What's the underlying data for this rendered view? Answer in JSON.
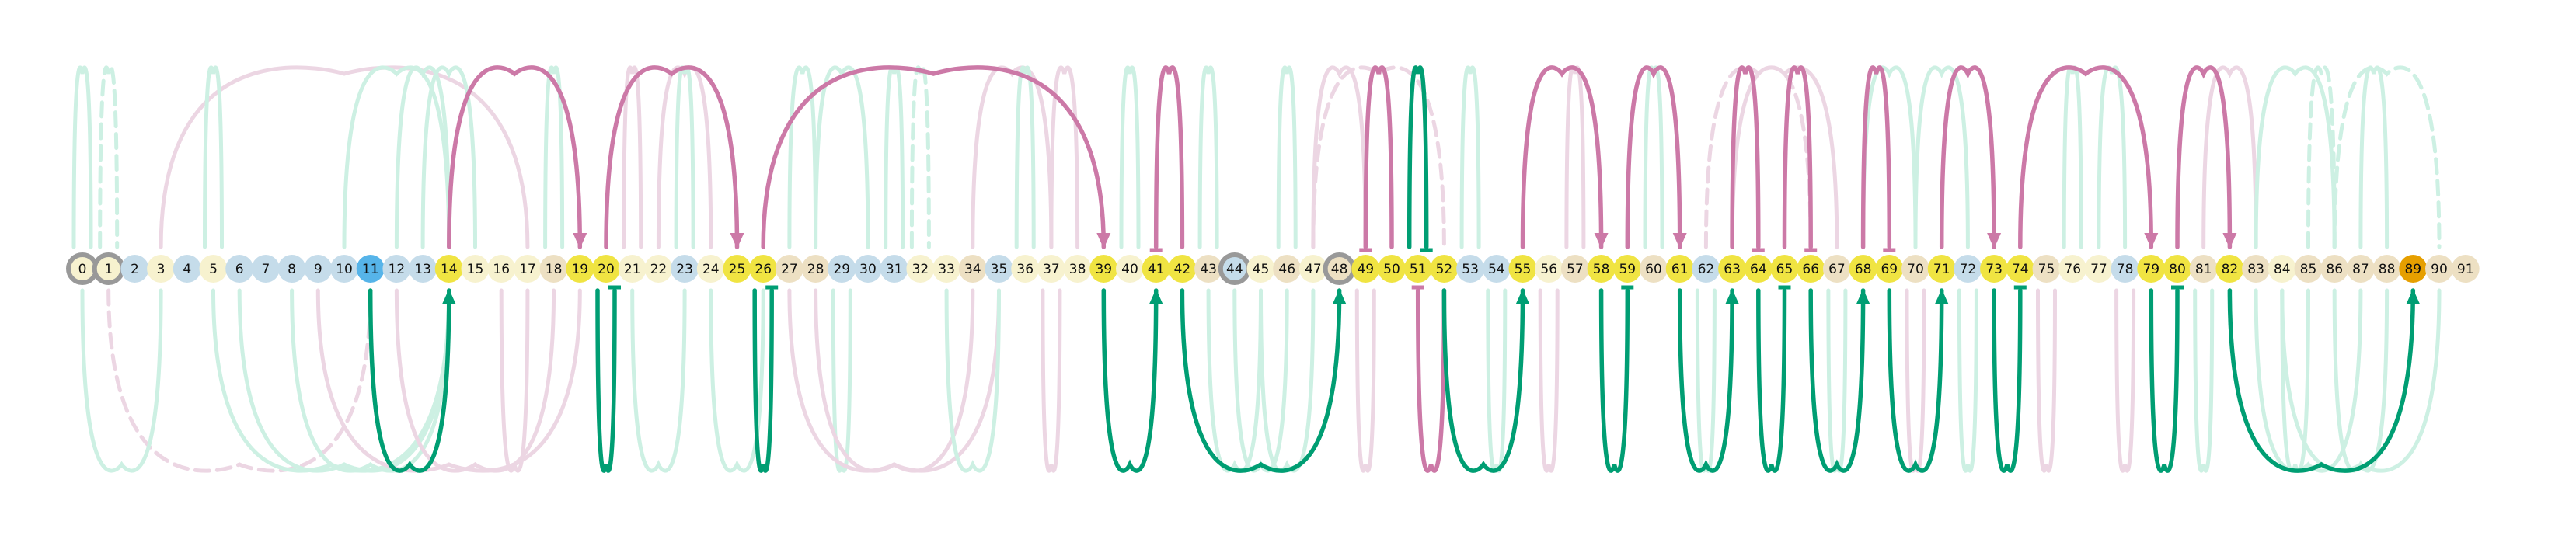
{
  "colors": {
    "background": "#ffffff",
    "green": "#009e73",
    "green_faint": "#cdf0e3",
    "pink": "#cc79a7",
    "pink_faint": "#ecd6e3",
    "node_yellow": "#f0e442",
    "node_cream": "#f7f2cf",
    "node_tan": "#ede0c3",
    "node_blue": "#c5dcea",
    "node_blue_strong": "#56b4e9",
    "node_orange": "#e69f00",
    "node_ring": "#999999"
  },
  "nodes": [
    {
      "label": "0",
      "color": "cream",
      "ring": true
    },
    {
      "label": "1",
      "color": "cream",
      "ring": true
    },
    {
      "label": "2",
      "color": "blue"
    },
    {
      "label": "3",
      "color": "cream"
    },
    {
      "label": "4",
      "color": "blue"
    },
    {
      "label": "5",
      "color": "cream"
    },
    {
      "label": "6",
      "color": "blue"
    },
    {
      "label": "7",
      "color": "blue"
    },
    {
      "label": "8",
      "color": "blue"
    },
    {
      "label": "9",
      "color": "blue"
    },
    {
      "label": "10",
      "color": "blue"
    },
    {
      "label": "11",
      "color": "blue_strong"
    },
    {
      "label": "12",
      "color": "blue"
    },
    {
      "label": "13",
      "color": "blue"
    },
    {
      "label": "14",
      "color": "yellow"
    },
    {
      "label": "15",
      "color": "cream"
    },
    {
      "label": "16",
      "color": "cream"
    },
    {
      "label": "17",
      "color": "cream"
    },
    {
      "label": "18",
      "color": "tan"
    },
    {
      "label": "19",
      "color": "yellow"
    },
    {
      "label": "20",
      "color": "yellow"
    },
    {
      "label": "21",
      "color": "cream"
    },
    {
      "label": "22",
      "color": "cream"
    },
    {
      "label": "23",
      "color": "blue"
    },
    {
      "label": "24",
      "color": "cream"
    },
    {
      "label": "25",
      "color": "yellow"
    },
    {
      "label": "26",
      "color": "yellow"
    },
    {
      "label": "27",
      "color": "tan"
    },
    {
      "label": "28",
      "color": "tan"
    },
    {
      "label": "29",
      "color": "blue"
    },
    {
      "label": "30",
      "color": "blue"
    },
    {
      "label": "31",
      "color": "blue"
    },
    {
      "label": "32",
      "color": "cream"
    },
    {
      "label": "33",
      "color": "cream"
    },
    {
      "label": "34",
      "color": "tan"
    },
    {
      "label": "35",
      "color": "blue"
    },
    {
      "label": "36",
      "color": "cream"
    },
    {
      "label": "37",
      "color": "cream"
    },
    {
      "label": "38",
      "color": "cream"
    },
    {
      "label": "39",
      "color": "yellow"
    },
    {
      "label": "40",
      "color": "cream"
    },
    {
      "label": "41",
      "color": "yellow"
    },
    {
      "label": "42",
      "color": "yellow"
    },
    {
      "label": "43",
      "color": "tan"
    },
    {
      "label": "44",
      "color": "blue",
      "ring": true
    },
    {
      "label": "45",
      "color": "cream"
    },
    {
      "label": "46",
      "color": "tan"
    },
    {
      "label": "47",
      "color": "cream"
    },
    {
      "label": "48",
      "color": "tan",
      "ring": true
    },
    {
      "label": "49",
      "color": "yellow"
    },
    {
      "label": "50",
      "color": "yellow"
    },
    {
      "label": "51",
      "color": "yellow"
    },
    {
      "label": "52",
      "color": "yellow"
    },
    {
      "label": "53",
      "color": "blue"
    },
    {
      "label": "54",
      "color": "blue"
    },
    {
      "label": "55",
      "color": "yellow"
    },
    {
      "label": "56",
      "color": "cream"
    },
    {
      "label": "57",
      "color": "tan"
    },
    {
      "label": "58",
      "color": "yellow"
    },
    {
      "label": "59",
      "color": "yellow"
    },
    {
      "label": "60",
      "color": "tan"
    },
    {
      "label": "61",
      "color": "yellow"
    },
    {
      "label": "62",
      "color": "blue"
    },
    {
      "label": "63",
      "color": "yellow"
    },
    {
      "label": "64",
      "color": "yellow"
    },
    {
      "label": "65",
      "color": "yellow"
    },
    {
      "label": "66",
      "color": "yellow"
    },
    {
      "label": "67",
      "color": "tan"
    },
    {
      "label": "68",
      "color": "yellow"
    },
    {
      "label": "69",
      "color": "yellow"
    },
    {
      "label": "70",
      "color": "tan"
    },
    {
      "label": "71",
      "color": "yellow"
    },
    {
      "label": "72",
      "color": "blue"
    },
    {
      "label": "73",
      "color": "yellow"
    },
    {
      "label": "74",
      "color": "yellow"
    },
    {
      "label": "75",
      "color": "tan"
    },
    {
      "label": "76",
      "color": "cream"
    },
    {
      "label": "77",
      "color": "cream"
    },
    {
      "label": "78",
      "color": "blue"
    },
    {
      "label": "79",
      "color": "yellow"
    },
    {
      "label": "80",
      "color": "yellow"
    },
    {
      "label": "81",
      "color": "tan"
    },
    {
      "label": "82",
      "color": "yellow"
    },
    {
      "label": "83",
      "color": "tan"
    },
    {
      "label": "84",
      "color": "cream"
    },
    {
      "label": "85",
      "color": "tan"
    },
    {
      "label": "86",
      "color": "tan"
    },
    {
      "label": "87",
      "color": "tan"
    },
    {
      "label": "88",
      "color": "tan"
    },
    {
      "label": "89",
      "color": "orange"
    },
    {
      "label": "90",
      "color": "tan"
    },
    {
      "label": "91",
      "color": "tan"
    }
  ],
  "arcs": [
    {
      "from": 11,
      "to": 14,
      "side": "below",
      "style": "strong_green",
      "head": "arrow"
    },
    {
      "from": 14,
      "to": 19,
      "side": "above",
      "style": "strong_pink",
      "head": "arrow"
    },
    {
      "from": 20,
      "to": 20,
      "side": "below",
      "style": "strong_green",
      "head": "bar"
    },
    {
      "from": 20,
      "to": 25,
      "side": "above",
      "style": "strong_pink",
      "head": "arrow"
    },
    {
      "from": 26,
      "to": 26,
      "side": "below",
      "style": "strong_green",
      "head": "bar"
    },
    {
      "from": 26,
      "to": 39,
      "side": "above",
      "style": "strong_pink",
      "head": "arrow"
    },
    {
      "from": 39,
      "to": 41,
      "side": "below",
      "style": "strong_green",
      "head": "arrow"
    },
    {
      "from": 42,
      "to": 41,
      "side": "above",
      "style": "strong_pink",
      "head": "bar"
    },
    {
      "from": 42,
      "to": 48,
      "side": "below",
      "style": "strong_green",
      "head": "arrow"
    },
    {
      "from": 50,
      "to": 49,
      "side": "above",
      "style": "strong_pink",
      "head": "bar"
    },
    {
      "from": 51,
      "to": 51,
      "side": "above",
      "style": "strong_green",
      "head": "bar"
    },
    {
      "from": 52,
      "to": 51,
      "side": "below",
      "style": "strong_pink",
      "head": "bar"
    },
    {
      "from": 52,
      "to": 55,
      "side": "below",
      "style": "strong_green",
      "head": "arrow"
    },
    {
      "from": 55,
      "to": 58,
      "side": "above",
      "style": "strong_pink",
      "head": "arrow"
    },
    {
      "from": 58,
      "to": 59,
      "side": "below",
      "style": "strong_green",
      "head": "bar"
    },
    {
      "from": 59,
      "to": 61,
      "side": "above",
      "style": "strong_pink",
      "head": "arrow"
    },
    {
      "from": 61,
      "to": 63,
      "side": "below",
      "style": "strong_green",
      "head": "arrow"
    },
    {
      "from": 63,
      "to": 64,
      "side": "above",
      "style": "strong_pink",
      "head": "bar"
    },
    {
      "from": 64,
      "to": 65,
      "side": "below",
      "style": "strong_green",
      "head": "bar"
    },
    {
      "from": 65,
      "to": 66,
      "side": "above",
      "style": "strong_pink",
      "head": "bar"
    },
    {
      "from": 66,
      "to": 68,
      "side": "below",
      "style": "strong_green",
      "head": "arrow"
    },
    {
      "from": 68,
      "to": 69,
      "side": "above",
      "style": "strong_pink",
      "head": "bar"
    },
    {
      "from": 69,
      "to": 71,
      "side": "below",
      "style": "strong_green",
      "head": "arrow"
    },
    {
      "from": 71,
      "to": 73,
      "side": "above",
      "style": "strong_pink",
      "head": "arrow"
    },
    {
      "from": 73,
      "to": 74,
      "side": "below",
      "style": "strong_green",
      "head": "bar"
    },
    {
      "from": 74,
      "to": 79,
      "side": "above",
      "style": "strong_pink",
      "head": "arrow"
    },
    {
      "from": 79,
      "to": 80,
      "side": "below",
      "style": "strong_green",
      "head": "bar"
    },
    {
      "from": 80,
      "to": 82,
      "side": "above",
      "style": "strong_pink",
      "head": "arrow"
    },
    {
      "from": 82,
      "to": 89,
      "side": "below",
      "style": "strong_green",
      "head": "arrow"
    },
    {
      "from": 0,
      "to": 0,
      "side": "above",
      "style": "faint_green",
      "head": "none"
    },
    {
      "from": 1,
      "to": 1,
      "side": "above",
      "style": "faint_green",
      "head": "none",
      "dashed": true
    },
    {
      "from": 1,
      "to": 11,
      "side": "below",
      "style": "faint_pink",
      "head": "none",
      "dashed": true
    },
    {
      "from": 0,
      "to": 3,
      "side": "below",
      "style": "faint_green",
      "head": "none"
    },
    {
      "from": 3,
      "to": 17,
      "side": "above",
      "style": "faint_pink",
      "head": "none"
    },
    {
      "from": 5,
      "to": 14,
      "side": "below",
      "style": "faint_green",
      "head": "none"
    },
    {
      "from": 5,
      "to": 5,
      "side": "above",
      "style": "faint_green",
      "head": "none"
    },
    {
      "from": 6,
      "to": 14,
      "side": "below",
      "style": "faint_green",
      "head": "none"
    },
    {
      "from": 8,
      "to": 14,
      "side": "below",
      "style": "faint_green",
      "head": "none"
    },
    {
      "from": 10,
      "to": 14,
      "side": "above",
      "style": "faint_green",
      "head": "none"
    },
    {
      "from": 12,
      "to": 14,
      "side": "above",
      "style": "faint_green",
      "head": "none"
    },
    {
      "from": 13,
      "to": 15,
      "side": "above",
      "style": "faint_green",
      "head": "none"
    },
    {
      "from": 9,
      "to": 19,
      "side": "below",
      "style": "faint_pink",
      "head": "none"
    },
    {
      "from": 12,
      "to": 18,
      "side": "below",
      "style": "faint_pink",
      "head": "none"
    },
    {
      "from": 16,
      "to": 17,
      "side": "below",
      "style": "faint_pink",
      "head": "none"
    },
    {
      "from": 18,
      "to": 18,
      "side": "above",
      "style": "faint_green",
      "head": "none"
    },
    {
      "from": 21,
      "to": 21,
      "side": "above",
      "style": "faint_pink",
      "head": "none"
    },
    {
      "from": 22,
      "to": 24,
      "side": "above",
      "style": "faint_pink",
      "head": "none"
    },
    {
      "from": 23,
      "to": 23,
      "side": "above",
      "style": "faint_green",
      "head": "none"
    },
    {
      "from": 21,
      "to": 23,
      "side": "below",
      "style": "faint_green",
      "head": "none"
    },
    {
      "from": 24,
      "to": 26,
      "side": "below",
      "style": "faint_green",
      "head": "none"
    },
    {
      "from": 27,
      "to": 28,
      "side": "above",
      "style": "faint_green",
      "head": "none"
    },
    {
      "from": 28,
      "to": 30,
      "side": "above",
      "style": "faint_green",
      "head": "none"
    },
    {
      "from": 29,
      "to": 29,
      "side": "below",
      "style": "faint_green",
      "head": "none"
    },
    {
      "from": 31,
      "to": 31,
      "side": "above",
      "style": "faint_green",
      "head": "none"
    },
    {
      "from": 32,
      "to": 32,
      "side": "above",
      "style": "faint_green",
      "head": "none",
      "dashed": true
    },
    {
      "from": 27,
      "to": 35,
      "side": "below",
      "style": "faint_pink",
      "head": "none"
    },
    {
      "from": 28,
      "to": 34,
      "side": "below",
      "style": "faint_pink",
      "head": "none"
    },
    {
      "from": 33,
      "to": 35,
      "side": "below",
      "style": "faint_green",
      "head": "none"
    },
    {
      "from": 34,
      "to": 37,
      "side": "above",
      "style": "faint_pink",
      "head": "none"
    },
    {
      "from": 36,
      "to": 36,
      "side": "above",
      "style": "faint_green",
      "head": "none"
    },
    {
      "from": 37,
      "to": 38,
      "side": "above",
      "style": "faint_pink",
      "head": "none"
    },
    {
      "from": 37,
      "to": 37,
      "side": "below",
      "style": "faint_pink",
      "head": "none"
    },
    {
      "from": 40,
      "to": 40,
      "side": "above",
      "style": "faint_green",
      "head": "none"
    },
    {
      "from": 43,
      "to": 43,
      "side": "above",
      "style": "faint_green",
      "head": "none"
    },
    {
      "from": 43,
      "to": 45,
      "side": "below",
      "style": "faint_green",
      "head": "none"
    },
    {
      "from": 44,
      "to": 46,
      "side": "below",
      "style": "faint_green",
      "head": "none"
    },
    {
      "from": 45,
      "to": 47,
      "side": "below",
      "style": "faint_green",
      "head": "none"
    },
    {
      "from": 46,
      "to": 46,
      "side": "above",
      "style": "faint_green",
      "head": "none"
    },
    {
      "from": 47,
      "to": 49,
      "side": "above",
      "style": "faint_pink",
      "head": "none"
    },
    {
      "from": 47,
      "to": 52,
      "side": "above",
      "style": "faint_pink",
      "head": "none",
      "dashed": true
    },
    {
      "from": 49,
      "to": 49,
      "side": "below",
      "style": "faint_pink",
      "head": "none"
    },
    {
      "from": 53,
      "to": 53,
      "side": "above",
      "style": "faint_green",
      "head": "none"
    },
    {
      "from": 54,
      "to": 54,
      "side": "below",
      "style": "faint_green",
      "head": "none"
    },
    {
      "from": 56,
      "to": 56,
      "side": "below",
      "style": "faint_pink",
      "head": "none"
    },
    {
      "from": 57,
      "to": 57,
      "side": "above",
      "style": "faint_pink",
      "head": "none"
    },
    {
      "from": 60,
      "to": 60,
      "side": "above",
      "style": "faint_green",
      "head": "none"
    },
    {
      "from": 62,
      "to": 62,
      "side": "below",
      "style": "faint_green",
      "head": "none"
    },
    {
      "from": 62,
      "to": 66,
      "side": "above",
      "style": "faint_pink",
      "head": "none",
      "dashed": true
    },
    {
      "from": 63,
      "to": 67,
      "side": "above",
      "style": "faint_pink",
      "head": "none"
    },
    {
      "from": 67,
      "to": 67,
      "side": "below",
      "style": "faint_green",
      "head": "none"
    },
    {
      "from": 68,
      "to": 70,
      "side": "above",
      "style": "faint_green",
      "head": "none"
    },
    {
      "from": 70,
      "to": 72,
      "side": "above",
      "style": "faint_green",
      "head": "none"
    },
    {
      "from": 70,
      "to": 70,
      "side": "below",
      "style": "faint_pink",
      "head": "none"
    },
    {
      "from": 72,
      "to": 72,
      "side": "below",
      "style": "faint_green",
      "head": "none"
    },
    {
      "from": 75,
      "to": 75,
      "side": "below",
      "style": "faint_pink",
      "head": "none"
    },
    {
      "from": 76,
      "to": 76,
      "side": "above",
      "style": "faint_green",
      "head": "none"
    },
    {
      "from": 77,
      "to": 78,
      "side": "above",
      "style": "faint_green",
      "head": "none"
    },
    {
      "from": 78,
      "to": 78,
      "side": "below",
      "style": "faint_pink",
      "head": "none"
    },
    {
      "from": 81,
      "to": 83,
      "side": "above",
      "style": "faint_pink",
      "head": "none"
    },
    {
      "from": 81,
      "to": 81,
      "side": "below",
      "style": "faint_green",
      "head": "none"
    },
    {
      "from": 83,
      "to": 86,
      "side": "above",
      "style": "faint_green",
      "head": "none"
    },
    {
      "from": 84,
      "to": 85,
      "side": "below",
      "style": "faint_green",
      "head": "none"
    },
    {
      "from": 85,
      "to": 86,
      "side": "above",
      "style": "faint_green",
      "head": "none",
      "dashed": true
    },
    {
      "from": 86,
      "to": 90,
      "side": "above",
      "style": "faint_green",
      "head": "none",
      "dashed": true
    },
    {
      "from": 83,
      "to": 87,
      "side": "below",
      "style": "faint_green",
      "head": "none"
    },
    {
      "from": 86,
      "to": 88,
      "side": "below",
      "style": "faint_green",
      "head": "none"
    },
    {
      "from": 84,
      "to": 90,
      "side": "below",
      "style": "faint_green",
      "head": "none"
    },
    {
      "from": 87,
      "to": 88,
      "side": "above",
      "style": "faint_green",
      "head": "none"
    }
  ]
}
